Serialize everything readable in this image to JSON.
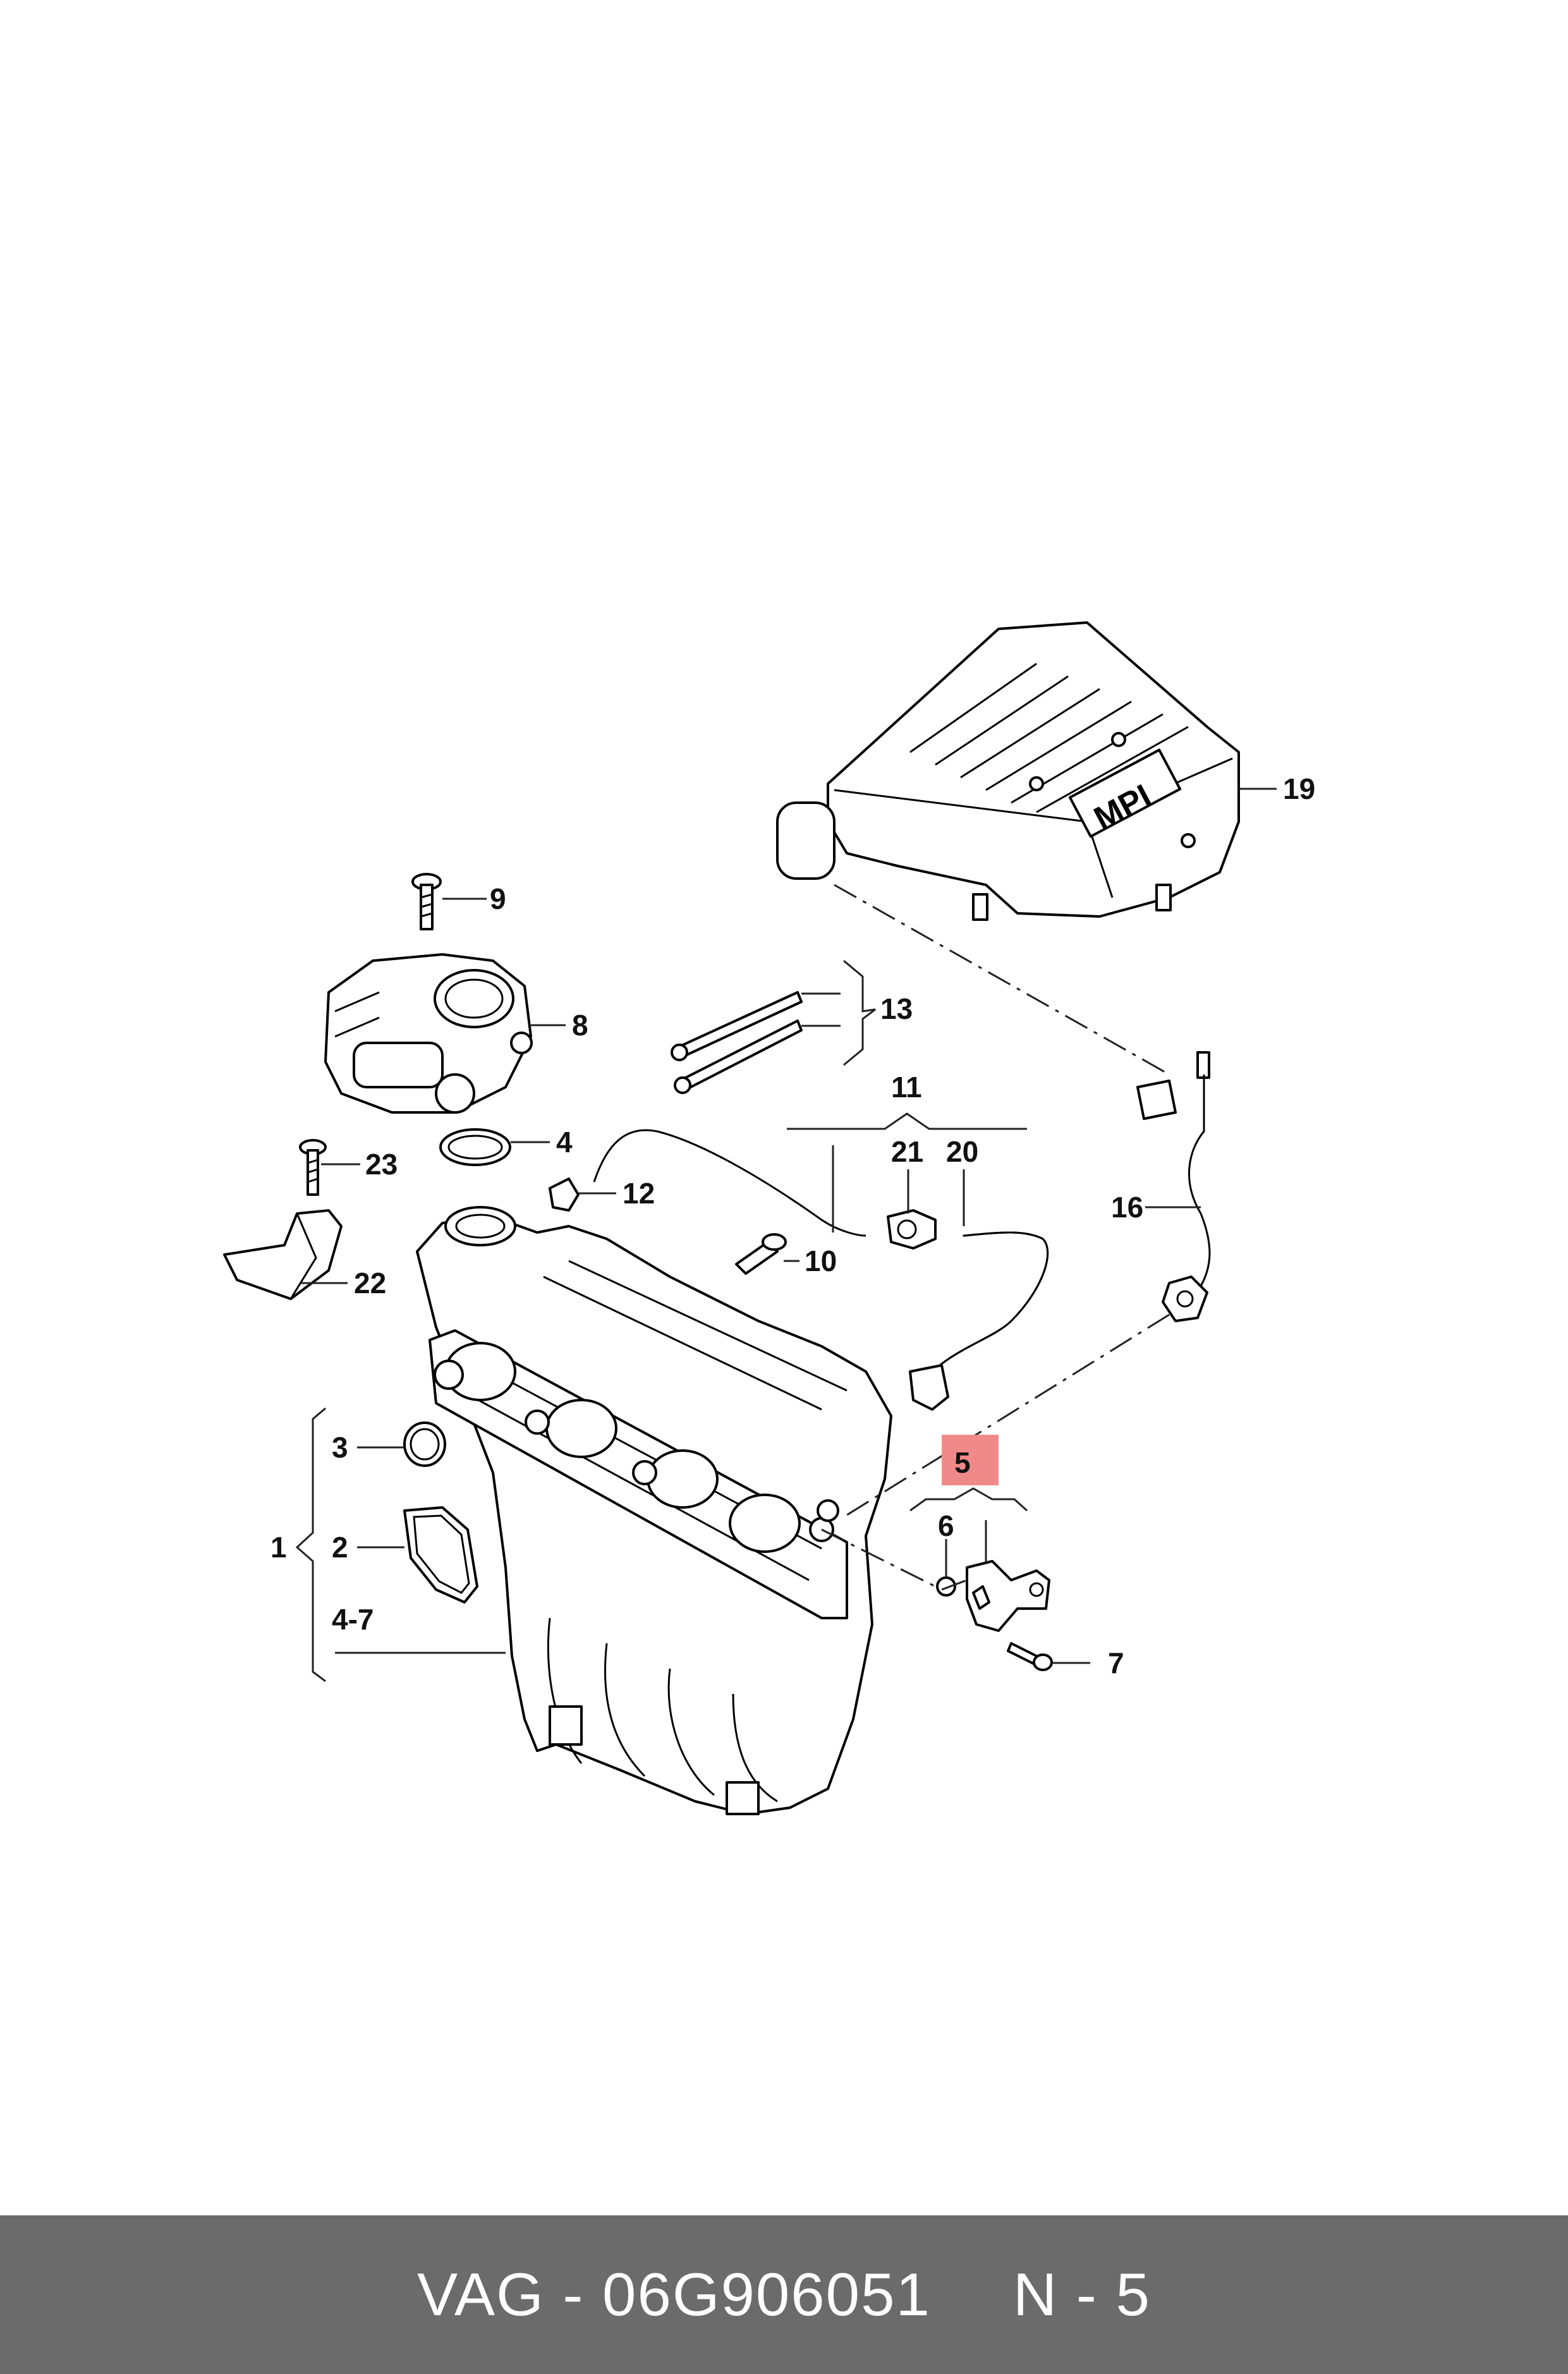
{
  "labels": {
    "l1": "1",
    "l2": "2",
    "l3": "3",
    "l4": "4",
    "l4_7": "4-7",
    "l5": "5",
    "l6": "6",
    "l7": "7",
    "l8": "8",
    "l9": "9",
    "l10": "10",
    "l11": "11",
    "l12": "12",
    "l13": "13",
    "l16": "16",
    "l19": "19",
    "l20": "20",
    "l21": "21",
    "l22": "22",
    "l23": "23"
  },
  "cover_text": "MPI",
  "highlight_color": "#f08a8a",
  "footer": {
    "part_number": "VAG - 06G906051",
    "position": "N - 5"
  }
}
